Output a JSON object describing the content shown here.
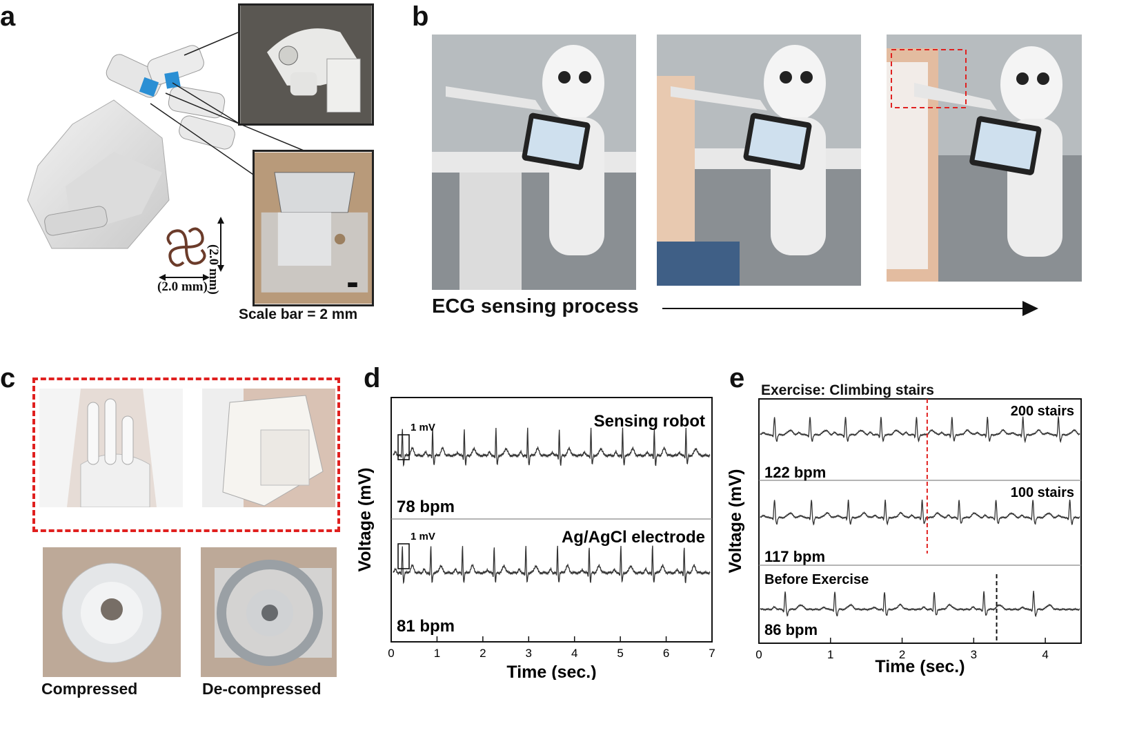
{
  "panels": {
    "a": {
      "letter": "a",
      "dim_vertical": "(2.0 mm)",
      "dim_horizontal": "(2.0 mm)",
      "scale_bar": "Scale bar = 2 mm"
    },
    "b": {
      "letter": "b",
      "caption": "ECG sensing process"
    },
    "c": {
      "letter": "c",
      "label_left": "Compressed",
      "label_right": "De-compressed"
    },
    "d": {
      "letter": "d"
    },
    "e": {
      "letter": "e",
      "title": "Exercise: Climbing stairs"
    }
  },
  "colors": {
    "trace": "#333333",
    "red_dash": "#e0201f",
    "black_dash": "#111111",
    "blue_sensor": "#2a8fd4"
  },
  "chart_data": [
    {
      "type": "line",
      "panel": "d",
      "xlabel": "Time (sec.)",
      "ylabel": "Voltage (mV)",
      "xlim": [
        0,
        7
      ],
      "xticks": [
        "0",
        "1",
        "2",
        "3",
        "4",
        "5",
        "6",
        "7"
      ],
      "scale_label": "1 mV",
      "series": [
        {
          "name": "Sensing robot",
          "rate": "78 bpm",
          "beat_times": [
            0.2,
            0.87,
            1.57,
            2.27,
            2.97,
            3.67,
            4.37,
            5.07,
            5.77,
            6.47
          ]
        },
        {
          "name": "Ag/AgCl electrode",
          "rate": "81 bpm",
          "beat_times": [
            0.2,
            0.83,
            1.53,
            2.23,
            2.93,
            3.63,
            4.33,
            5.03,
            5.73,
            6.43
          ]
        }
      ]
    },
    {
      "type": "line",
      "panel": "e",
      "title": "Exercise: Climbing stairs",
      "xlabel": "Time (sec.)",
      "ylabel": "Voltage (mV)",
      "xlim": [
        0,
        4.5
      ],
      "xticks": [
        "0",
        "1",
        "2",
        "3",
        "4"
      ],
      "series": [
        {
          "name": "200 stairs",
          "rate": "122 bpm",
          "beat_times": [
            0.2,
            0.7,
            1.2,
            1.7,
            2.2,
            2.7,
            3.2,
            3.7,
            4.2
          ]
        },
        {
          "name": "100 stairs",
          "rate": "117 bpm",
          "beat_times": [
            0.2,
            0.72,
            1.24,
            1.76,
            2.28,
            2.8,
            3.32,
            3.84,
            4.36
          ]
        },
        {
          "name": "Before Exercise",
          "rate": "86 bpm",
          "beat_times": [
            0.35,
            1.05,
            1.75,
            2.45,
            3.15,
            3.85
          ]
        }
      ],
      "markers": [
        {
          "x": 2.35,
          "color": "red",
          "span": "upper"
        },
        {
          "x": 3.32,
          "color": "black",
          "span": "lower"
        }
      ]
    }
  ]
}
